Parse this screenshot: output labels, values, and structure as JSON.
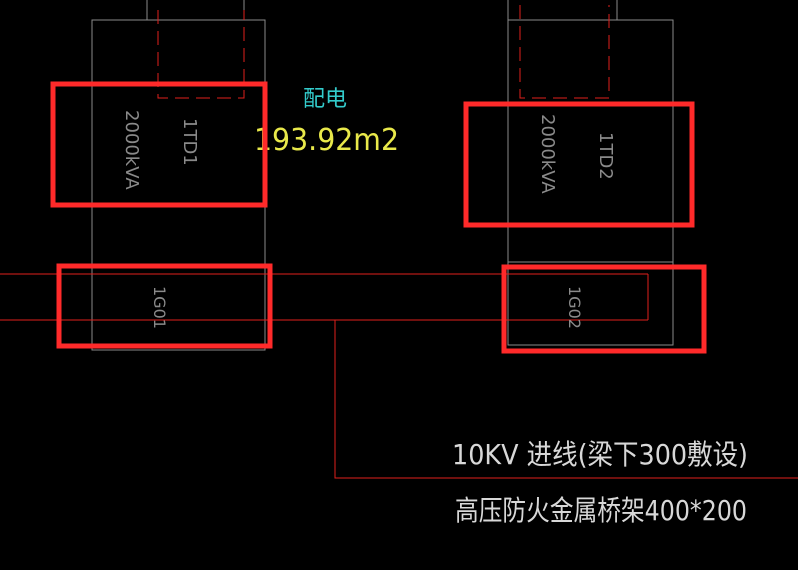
{
  "room": {
    "name": "配电",
    "area": "193.92m2"
  },
  "transformers": [
    {
      "id": "1TD1",
      "capacity": "2000kVA"
    },
    {
      "id": "1TD2",
      "capacity": "2000kVA"
    }
  ],
  "switchgear": [
    {
      "id": "1G01"
    },
    {
      "id": "1G02"
    }
  ],
  "cable_note": {
    "line1": "10KV 进线(梁下300敷设)",
    "line2": "高压防火金属桥架400*200"
  },
  "colors": {
    "background": "#000000",
    "outline": "#8a8a8a",
    "cable": "#e0201c",
    "highlight": "#ff2a2a",
    "room_name": "#33cccc",
    "room_area": "#e8e84a",
    "note": "#d8d8d8"
  }
}
